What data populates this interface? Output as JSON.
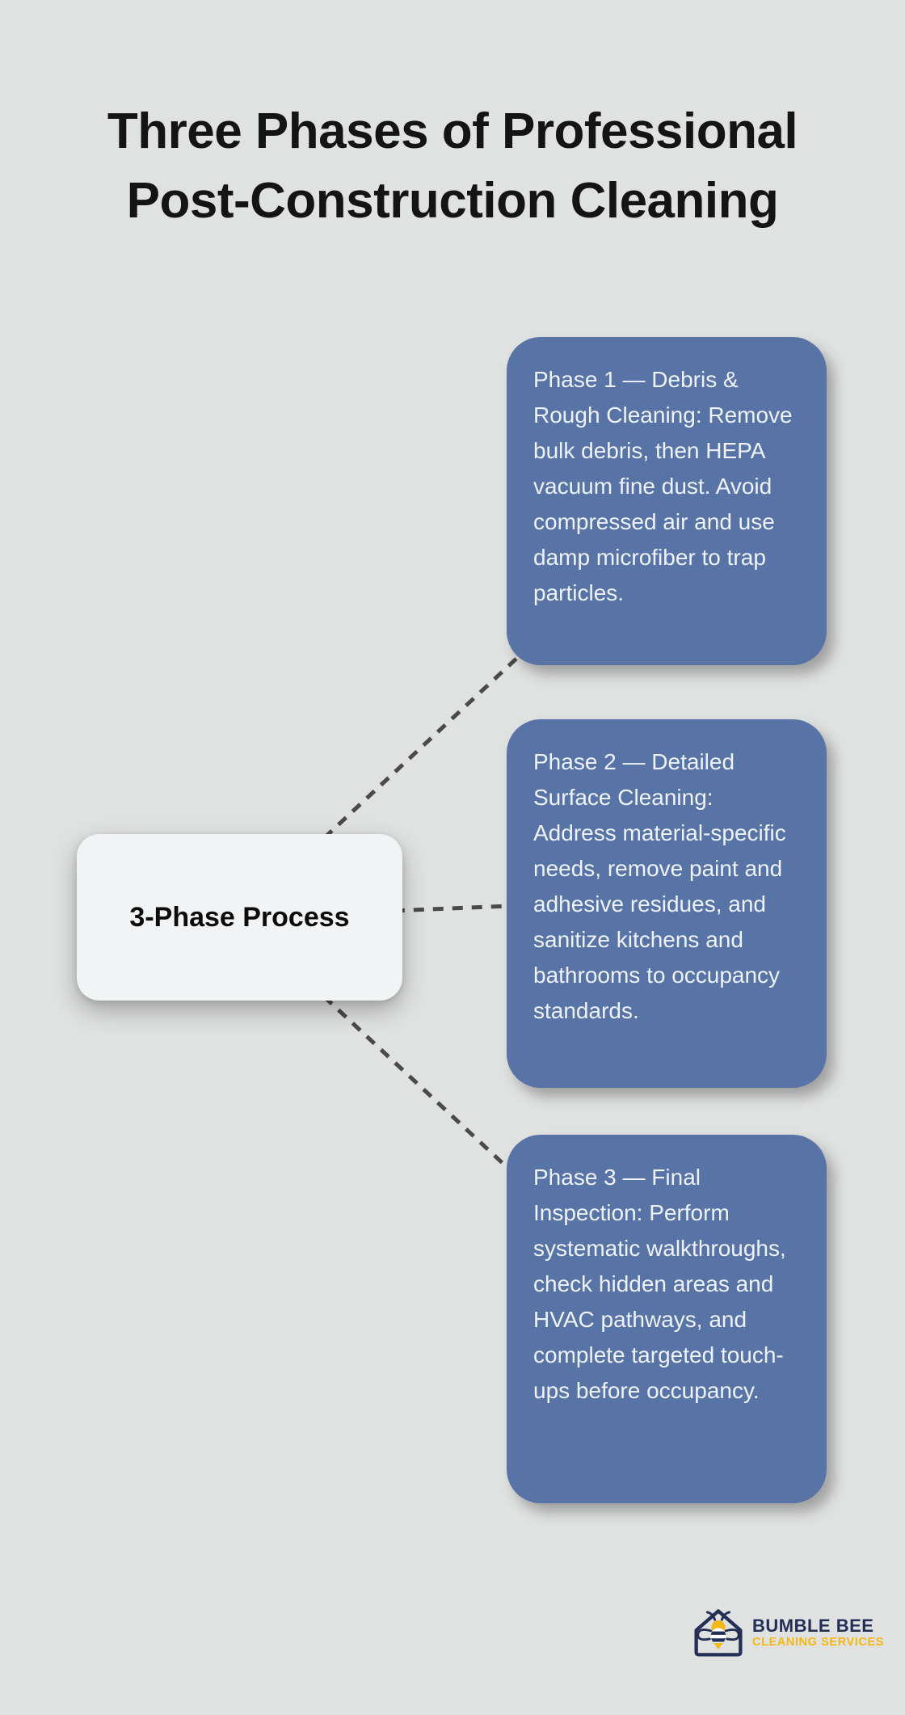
{
  "title": "Three Phases of Professional Post-Construction Cleaning",
  "center_node": {
    "label": "3-Phase Process"
  },
  "phases": [
    {
      "text": "Phase 1 — Debris & Rough Cleaning: Remove bulk debris, then HEPA vacuum fine dust. Avoid compressed air and use damp microfiber to trap particles."
    },
    {
      "text": "Phase 2 — Detailed Surface Cleaning: Address material-specific needs, remove paint and adhesive residues, and sanitize kitchens and bathrooms to occupancy standards."
    },
    {
      "text": "Phase 3 — Final Inspection: Perform systematic walkthroughs, check hidden areas and HVAC pathways, and complete targeted touch-ups before occupancy."
    }
  ],
  "logo": {
    "name": "BUMBLE BEE",
    "tagline": "CLEANING SERVICES"
  },
  "colors": {
    "background": "#e0e2e1",
    "card": "#5873a6",
    "card_text": "#eef3f9",
    "node_bg": "#f2f3f4",
    "connector": "#4a4a4a",
    "title_text": "#141414",
    "logo_navy": "#232f55",
    "logo_gold": "#f5b716"
  }
}
